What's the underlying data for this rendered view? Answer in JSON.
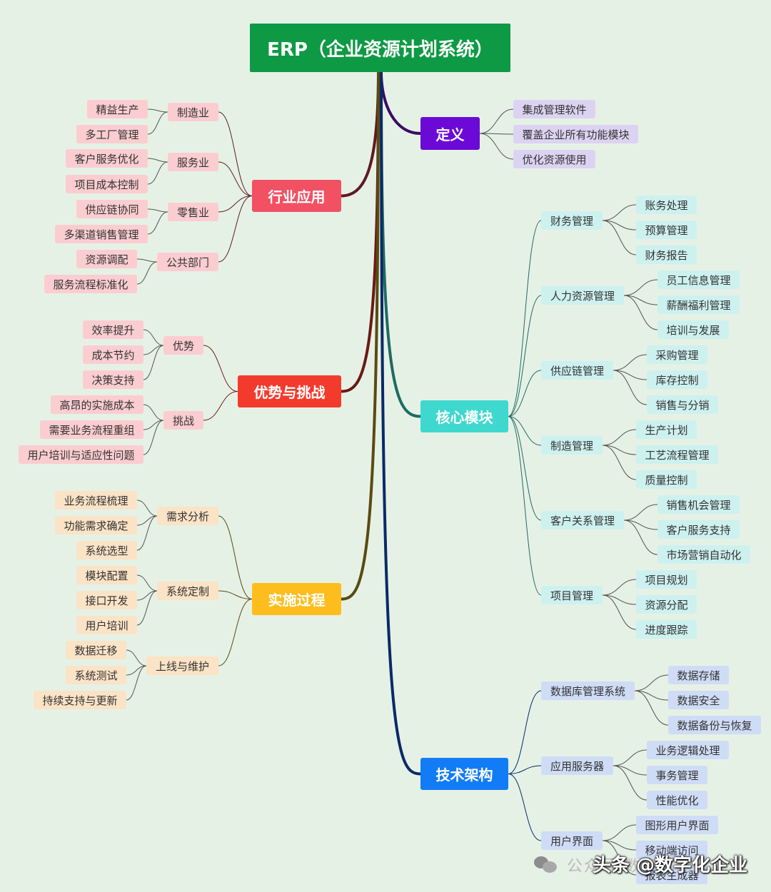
{
  "root": {
    "label": "ERP（企业资源计划系统）"
  },
  "branches": [
    {
      "id": "define",
      "label": "定义",
      "color": "#6b0ad6",
      "line": "#3a0a66",
      "leaf_bg": "#dcd3f2",
      "children": [
        {
          "label": "集成管理软件"
        },
        {
          "label": "覆盖企业所有功能模块"
        },
        {
          "label": "优化资源使用"
        }
      ]
    },
    {
      "id": "industry",
      "label": "行业应用",
      "color": "#f25063",
      "line": "#5e1a22",
      "leaf_bg": "#fbcdd0",
      "children": [
        {
          "label": "制造业",
          "children": [
            {
              "label": "精益生产"
            },
            {
              "label": "多工厂管理"
            }
          ]
        },
        {
          "label": "服务业",
          "children": [
            {
              "label": "客户服务优化"
            },
            {
              "label": "项目成本控制"
            }
          ]
        },
        {
          "label": "零售业",
          "children": [
            {
              "label": "供应链协同"
            },
            {
              "label": "多渠道销售管理"
            }
          ]
        },
        {
          "label": "公共部门",
          "children": [
            {
              "label": "资源调配"
            },
            {
              "label": "服务流程标准化"
            }
          ]
        }
      ]
    },
    {
      "id": "advantages",
      "label": "优势与挑战",
      "color": "#f23b2c",
      "line": "#6a1a14",
      "leaf_bg": "#fbcdd0",
      "children": [
        {
          "label": "优势",
          "children": [
            {
              "label": "效率提升"
            },
            {
              "label": "成本节约"
            },
            {
              "label": "决策支持"
            }
          ]
        },
        {
          "label": "挑战",
          "children": [
            {
              "label": "高昂的实施成本"
            },
            {
              "label": "需要业务流程重组"
            },
            {
              "label": "用户培训与适应性问题"
            }
          ]
        }
      ]
    },
    {
      "id": "implementation",
      "label": "实施过程",
      "color": "#fdbd1c",
      "line": "#5a4a10",
      "leaf_bg": "#fbe3c6",
      "children": [
        {
          "label": "需求分析",
          "children": [
            {
              "label": "业务流程梳理"
            },
            {
              "label": "功能需求确定"
            },
            {
              "label": "系统选型"
            }
          ]
        },
        {
          "label": "系统定制",
          "children": [
            {
              "label": "模块配置"
            },
            {
              "label": "接口开发"
            },
            {
              "label": "用户培训"
            }
          ]
        },
        {
          "label": "上线与维护",
          "children": [
            {
              "label": "数据迁移"
            },
            {
              "label": "系统测试"
            },
            {
              "label": "持续支持与更新"
            }
          ]
        }
      ]
    },
    {
      "id": "modules",
      "label": "核心模块",
      "color": "#3fd8cf",
      "line": "#1e6b63",
      "leaf_bg": "#cdf1ef",
      "children": [
        {
          "label": "财务管理",
          "children": [
            {
              "label": "账务处理"
            },
            {
              "label": "预算管理"
            },
            {
              "label": "财务报告"
            }
          ]
        },
        {
          "label": "人力资源管理",
          "children": [
            {
              "label": "员工信息管理"
            },
            {
              "label": "薪酬福利管理"
            },
            {
              "label": "培训与发展"
            }
          ]
        },
        {
          "label": "供应链管理",
          "children": [
            {
              "label": "采购管理"
            },
            {
              "label": "库存控制"
            },
            {
              "label": "销售与分销"
            }
          ]
        },
        {
          "label": "制造管理",
          "children": [
            {
              "label": "生产计划"
            },
            {
              "label": "工艺流程管理"
            },
            {
              "label": "质量控制"
            }
          ]
        },
        {
          "label": "客户关系管理",
          "children": [
            {
              "label": "销售机会管理"
            },
            {
              "label": "客户服务支持"
            },
            {
              "label": "市场营销自动化"
            }
          ]
        },
        {
          "label": "项目管理",
          "children": [
            {
              "label": "项目规划"
            },
            {
              "label": "资源分配"
            },
            {
              "label": "进度跟踪"
            }
          ]
        }
      ]
    },
    {
      "id": "architecture",
      "label": "技术架构",
      "color": "#117cf5",
      "line": "#0a2a66",
      "leaf_bg": "#cfdcf6",
      "children": [
        {
          "label": "数据库管理系统",
          "children": [
            {
              "label": "数据存储"
            },
            {
              "label": "数据安全"
            },
            {
              "label": "数据备份与恢复"
            }
          ]
        },
        {
          "label": "应用服务器",
          "children": [
            {
              "label": "业务逻辑处理"
            },
            {
              "label": "事务管理"
            },
            {
              "label": "性能优化"
            }
          ]
        },
        {
          "label": "用户界面",
          "children": [
            {
              "label": "图形用户界面"
            },
            {
              "label": "移动端访问"
            },
            {
              "label": "报表生成器"
            }
          ]
        }
      ]
    }
  ],
  "watermark": {
    "ghost": "公众号 数字化企业",
    "text": "头条 @数字化企业"
  }
}
